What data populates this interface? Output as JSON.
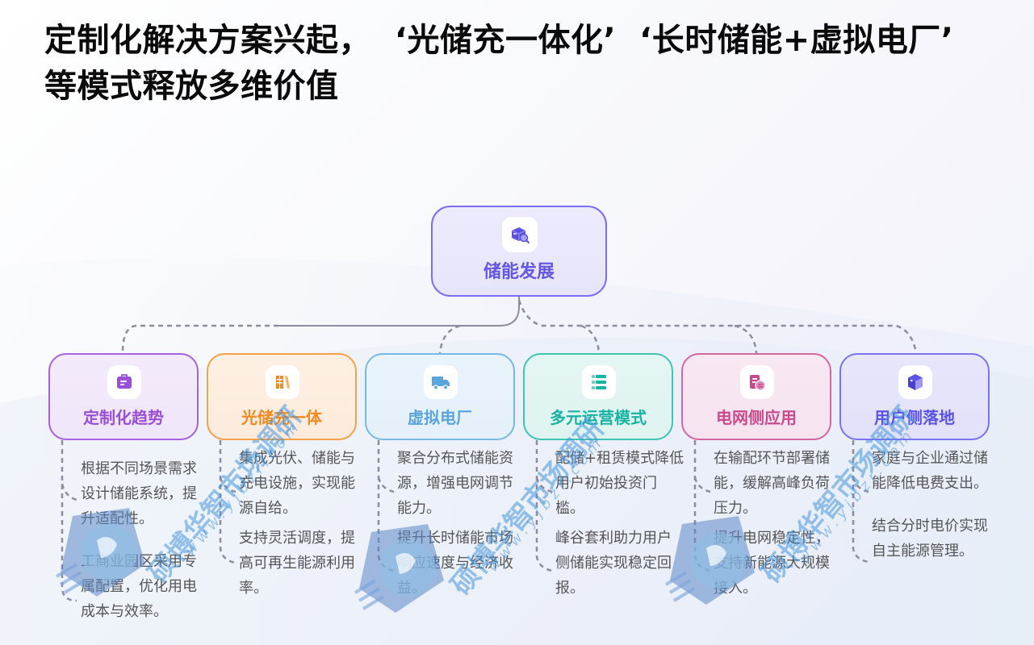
{
  "title": {
    "line1": "定制化解决方案兴起，  ‘光储充一体化’  ‘长时储能+虚拟电厂’",
    "line2": "等模式释放多维价值"
  },
  "root": {
    "label": "储能发展",
    "icon": "box-search-icon",
    "color": "#6357e4"
  },
  "nodes": [
    {
      "label": "定制化趋势",
      "icon": "briefcase-icon",
      "color": "#9a4fd6",
      "points": [
        "根据不同场景需求设计储能系统，提升适配性。",
        "工商业园区采用专属配置，优化用电成本与效率。"
      ]
    },
    {
      "label": "光储充一体",
      "icon": "books-icon",
      "color": "#f08a22",
      "points": [
        "集成光伏、储能与充电设施，实现能源自给。",
        "支持灵活调度，提高可再生能源利用率。"
      ]
    },
    {
      "label": "虚拟电厂",
      "icon": "truck-icon",
      "color": "#5aa5dd",
      "points": [
        "聚合分布式储能资源，增强电网调节能力。",
        "提升长时储能市场响应速度与经济收益。"
      ]
    },
    {
      "label": "多元运营模式",
      "icon": "stack-list-icon",
      "color": "#1ab3a3",
      "points": [
        "配储+租赁模式降低用户初始投资门槛。",
        "峰谷套利助力用户侧储能实现稳定回报。"
      ]
    },
    {
      "label": "电网侧应用",
      "icon": "document-card-icon",
      "color": "#c94a8c",
      "points": [
        "在输配环节部署储能，缓解高峰负荷压力。",
        "提升电网稳定性，支持新能源大规模接入。"
      ]
    },
    {
      "label": "用户侧落地",
      "icon": "cube-icon",
      "color": "#5b53e8",
      "points": [
        "家庭与企业通过储能降低电费支出。",
        "结合分时电价实现自主能源管理。"
      ]
    }
  ],
  "watermark": {
    "text": "硕博华智市场调研",
    "url": "www.yjbzr.com"
  }
}
